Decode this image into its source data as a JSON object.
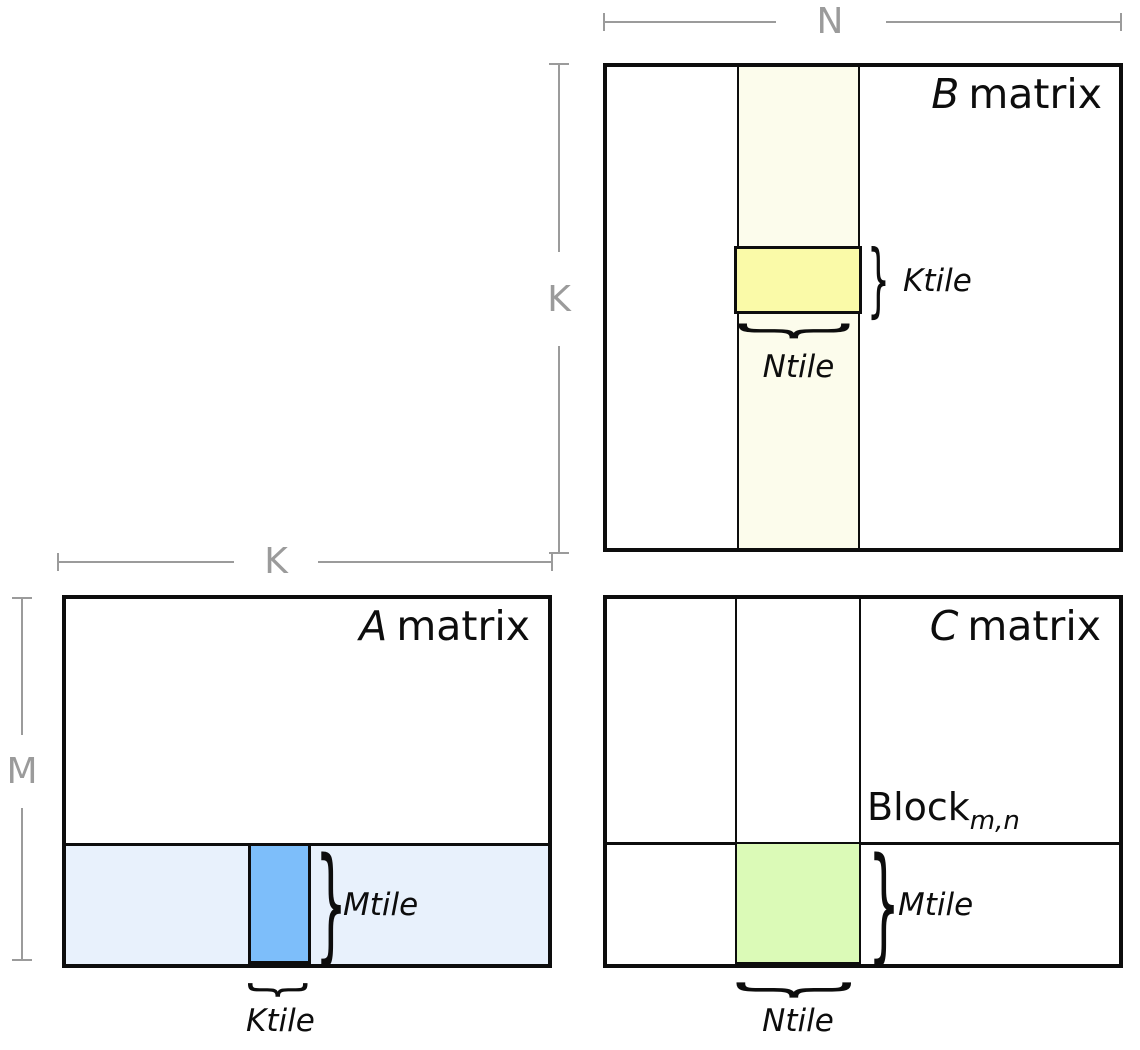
{
  "canvas": {
    "background": "#ffffff"
  },
  "colors": {
    "dimension_line": "#9b9b9b",
    "border": "#0d0d0d",
    "b_column_strip": "#fcfcec",
    "b_tile": "#fafaa8",
    "a_row_strip": "#e8f1fc",
    "a_tile": "#7dbefa",
    "c_tile": "#dbfab7"
  },
  "dimensions": {
    "n": "N",
    "k_vertical": "K",
    "k_horizontal": "K",
    "m": "M"
  },
  "b_matrix": {
    "title_letter": "B",
    "title_word": "matrix",
    "ktile": "Ktile",
    "ntile": "Ntile"
  },
  "a_matrix": {
    "title_letter": "A",
    "title_word": "matrix",
    "mtile": "Mtile",
    "ktile": "Ktile"
  },
  "c_matrix": {
    "title_letter": "C",
    "title_word": "matrix",
    "block_word": "Block",
    "block_subscript": "m,n",
    "mtile": "Mtile",
    "ntile": "Ntile"
  },
  "glyphs": {
    "curly_brace": "}"
  }
}
